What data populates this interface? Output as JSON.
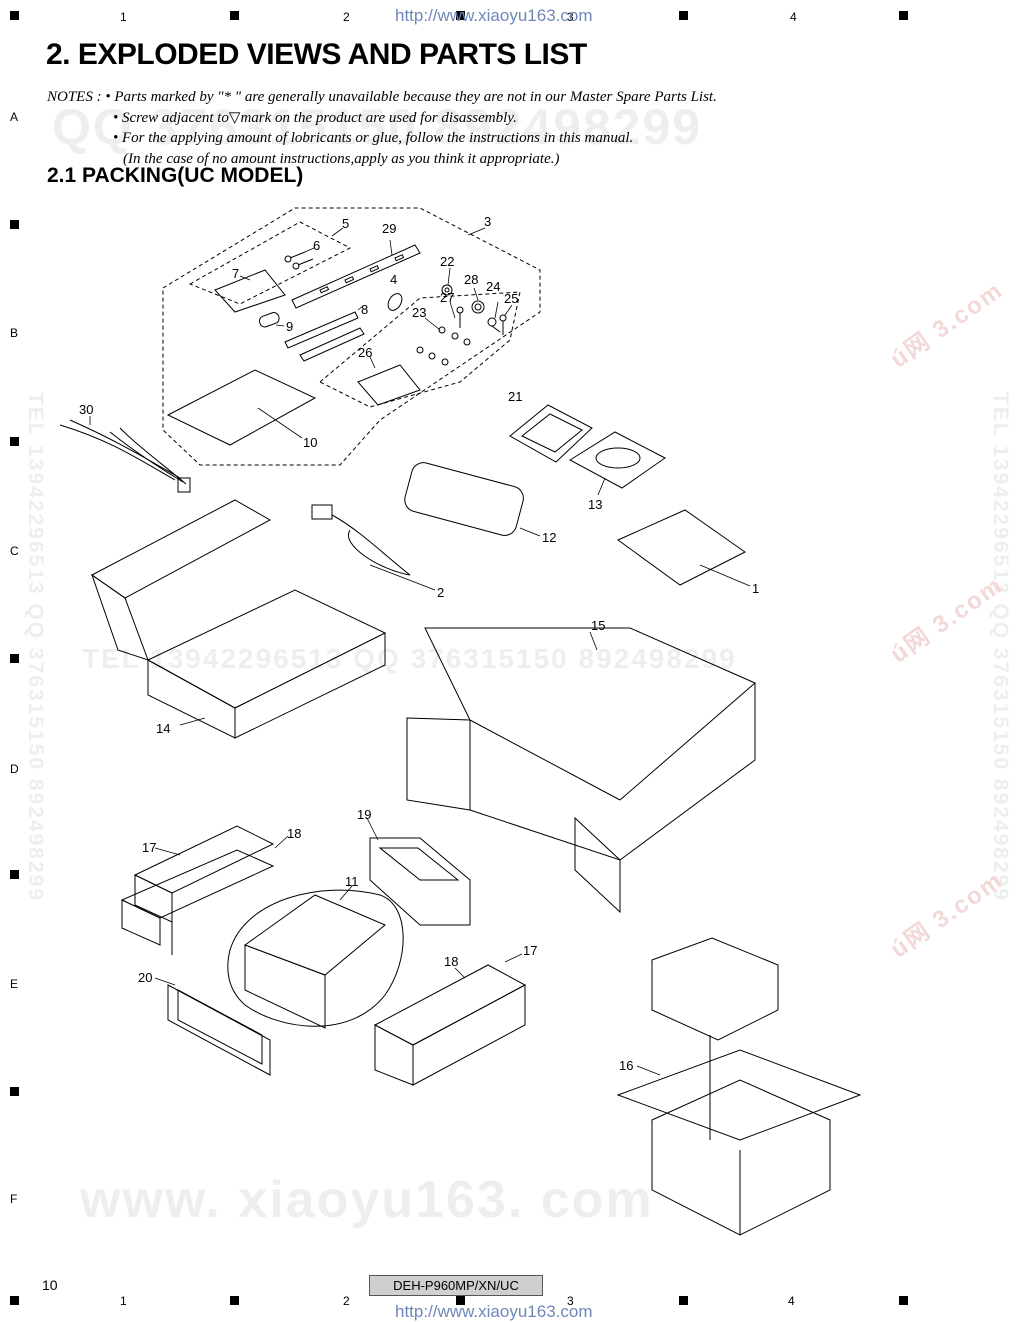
{
  "header": {
    "url": "http://www.xiaoyu163.com",
    "columns": [
      "1",
      "2",
      "3",
      "4"
    ]
  },
  "rows": [
    "A",
    "B",
    "C",
    "D",
    "E",
    "F"
  ],
  "title": "2. EXPLODED VIEWS AND PARTS LIST",
  "notes": {
    "label": "NOTES :",
    "line1": "• Parts marked by  \"* \"  are generally unavailable because they are not in our Master Spare Parts List.",
    "line2a": "• Screw adjacent to",
    "line2_symbol": "▽",
    "line2b": "mark on the product are used for disassembly.",
    "line3": "• For the applying amount of lobricants or glue, follow the instructions in this manual.",
    "line4": "(In the case of no amount instructions,apply as you think it appropriate.)"
  },
  "subtitle": "2.1  PACKING(UC MODEL)",
  "watermarks": {
    "qq_top": "QQ 376315150  892498299",
    "tel_mid": "TEL 13942296513  QQ  376315150  892498299",
    "site_bottom": "www. xiaoyu163. com",
    "side_vertical": "TEL 13942296513  QQ 376315150  892498299",
    "stamp": "ú网  3.com"
  },
  "part_labels": [
    "1",
    "2",
    "3",
    "4",
    "5",
    "6",
    "7",
    "8",
    "9",
    "10",
    "11",
    "12",
    "13",
    "14",
    "15",
    "16",
    "17",
    "18",
    "19",
    "20",
    "21",
    "22",
    "23",
    "24",
    "25",
    "26",
    "27",
    "28",
    "29",
    "30"
  ],
  "footer": {
    "page_number": "10",
    "model": "DEH-P960MP/XN/UC",
    "url": "http://www.xiaoyu163.com",
    "columns": [
      "1",
      "2",
      "3",
      "4"
    ]
  }
}
